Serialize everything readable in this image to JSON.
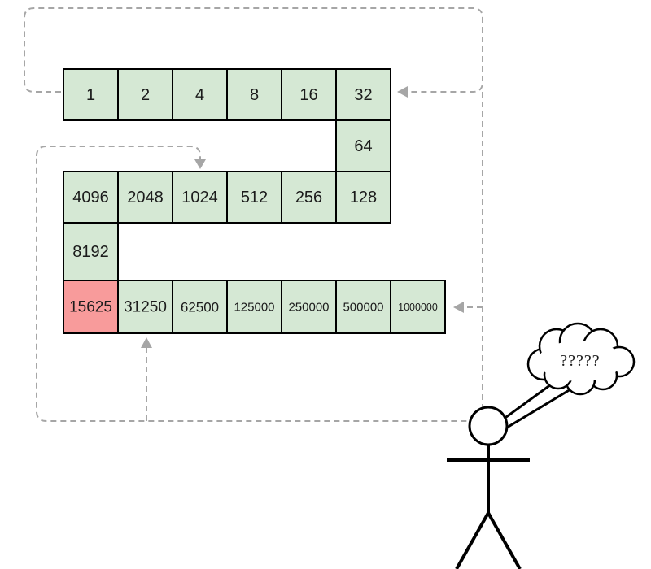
{
  "diagram": {
    "row1": [
      "1",
      "2",
      "4",
      "8",
      "16",
      "32"
    ],
    "cell_64": "64",
    "row2": [
      "4096",
      "2048",
      "1024",
      "512",
      "256",
      "128"
    ],
    "cell_8192": "8192",
    "row3": [
      "15625",
      "31250",
      "62500",
      "125000",
      "250000",
      "500000",
      "1000000"
    ],
    "highlighted_cell": "15625",
    "thought_text": "?????",
    "colors": {
      "cell_fill": "#d5e8d4",
      "highlight_fill": "#f89b9b",
      "border": "#000000",
      "dashed": "#a6a6a6"
    }
  }
}
